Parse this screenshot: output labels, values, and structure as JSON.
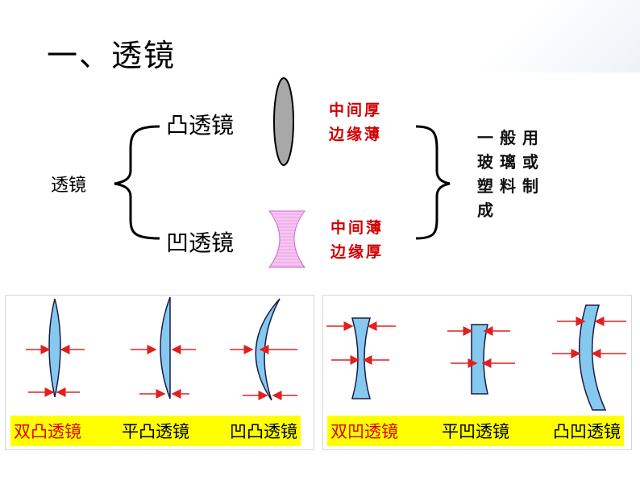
{
  "title": "一、透镜",
  "lens_main": "透镜",
  "convex": {
    "name": "凸透镜",
    "note_line1": "中间厚",
    "note_line2": "边缘薄"
  },
  "concave": {
    "name": "凹透镜",
    "note_line1": "中间薄",
    "note_line2": "边缘厚"
  },
  "material": "一般用玻璃或塑料制成",
  "convex_types": [
    "双凸透镜",
    "平凸透镜",
    "凹凸透镜"
  ],
  "concave_types": [
    "双凹透镜",
    "平凹透镜",
    "凸凹透镜"
  ],
  "colors": {
    "lens_fill": "#86c9ef",
    "arrow": "#e02020",
    "note_red": "#d10000",
    "caption_bg": "#ffff00",
    "caption_red": "#e00000",
    "convex_lens_gray": "#a8a8a8",
    "concave_lens_pink": "#f3b4ee"
  }
}
